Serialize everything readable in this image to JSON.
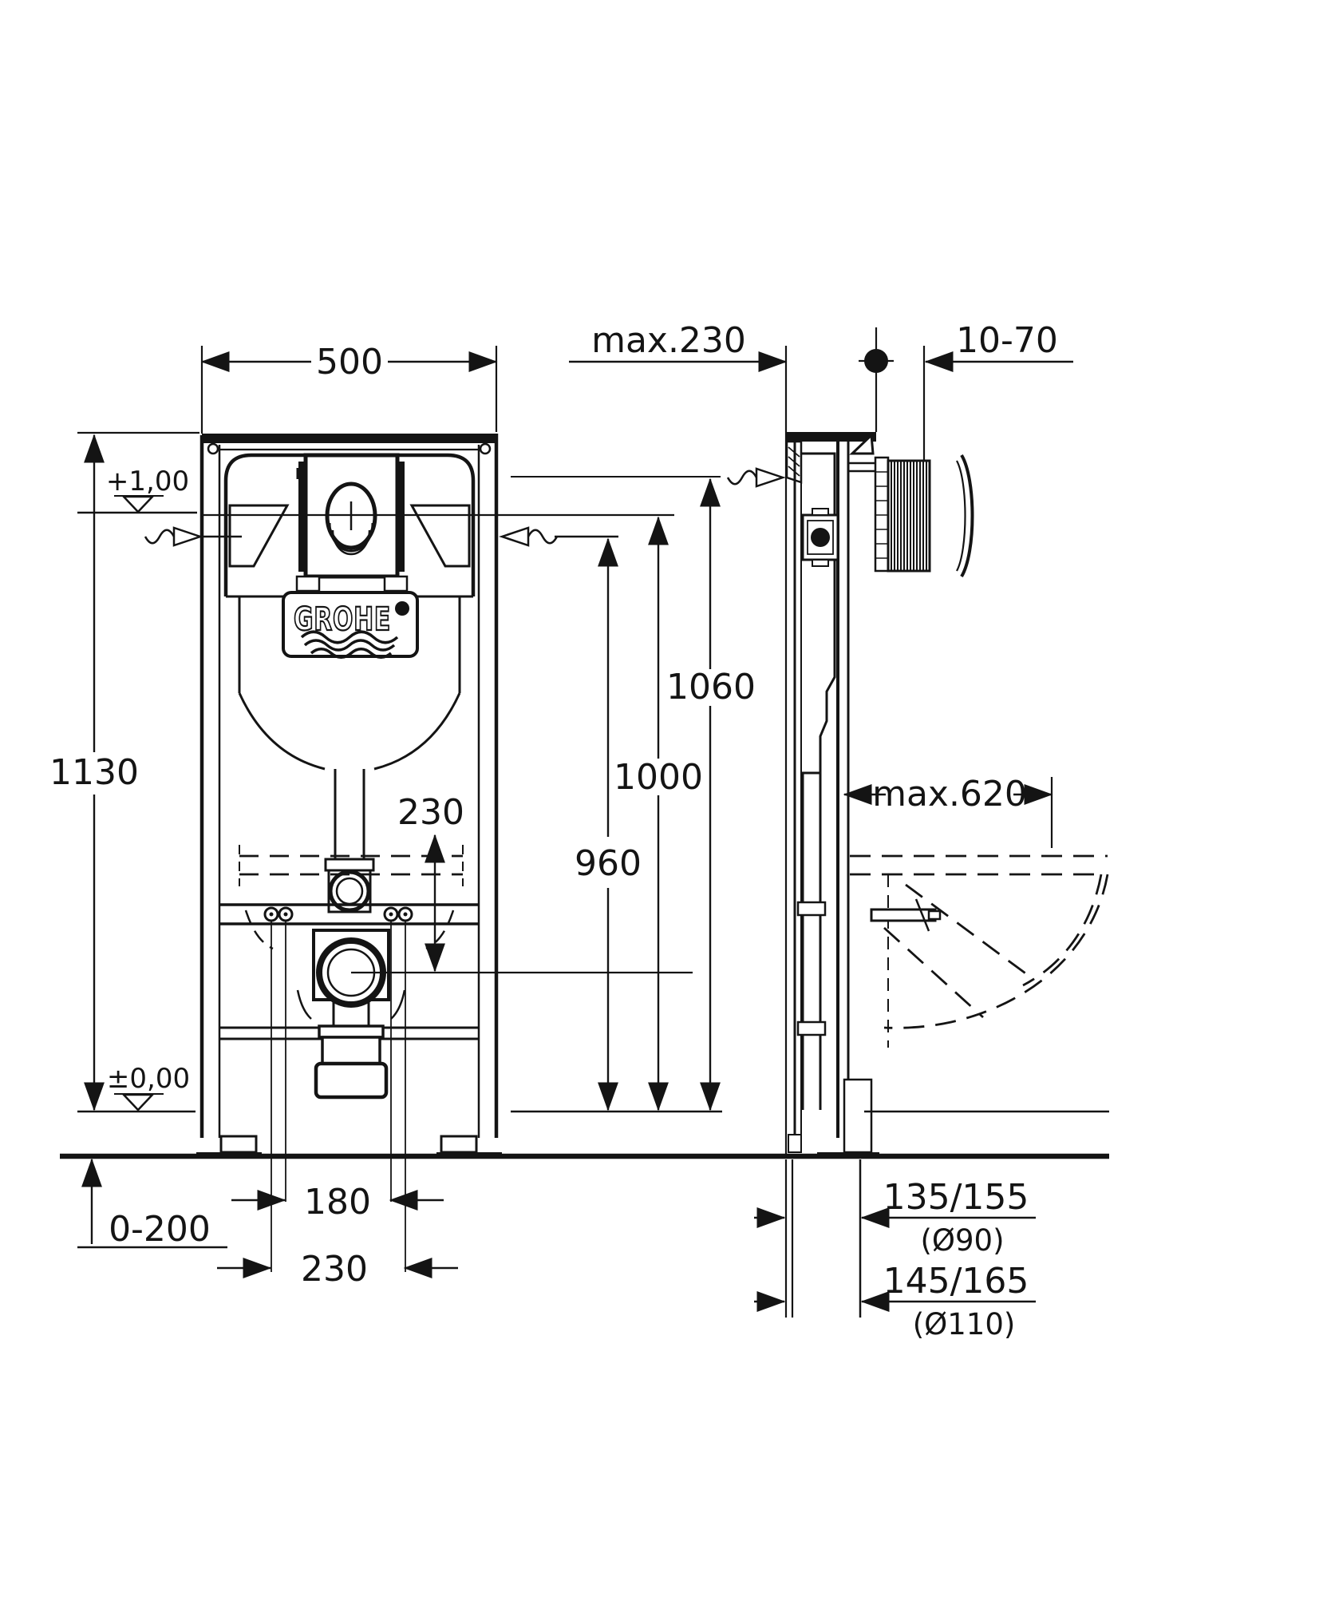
{
  "page": {
    "background": "#ffffff",
    "ink": "#141414",
    "type": "installation drawing"
  },
  "logo": {
    "brand": "GROHE"
  },
  "dimensions": {
    "frame_width": "500",
    "wall_offset_max": "max.230",
    "plate_depth_range": "10-70",
    "level_plus": "+1,00",
    "frame_height": "1130",
    "height_1060": "1060",
    "height_1000": "1000",
    "height_960": "960",
    "pan_depth_max": "max.620",
    "outlet_height": "230",
    "level_zero": "±0,00",
    "foot_adjust_range": "0-200",
    "stud_spacing_inner": "180",
    "stud_spacing_outer": "230",
    "outlet_offset_90": "135/155",
    "outlet_dia_90": "(Ø90)",
    "outlet_offset_110": "145/165",
    "outlet_dia_110": "(Ø110)"
  }
}
